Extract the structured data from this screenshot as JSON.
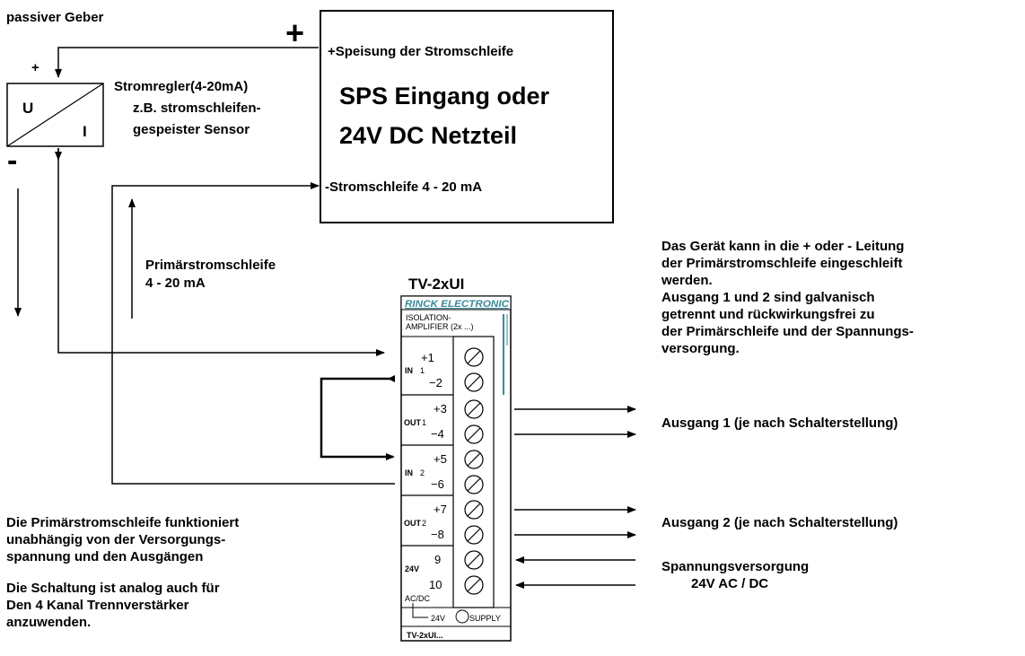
{
  "header": {
    "passive_sensor": "passiver Geber"
  },
  "plc": {
    "plus_sign": "+",
    "supply_label": "+Speisung der Stromschleife",
    "title_line1": "SPS Eingang oder",
    "title_line2": "24V DC Netzteil",
    "loop_label": "-Stromschleife  4 - 20 mA"
  },
  "sensor": {
    "plus": "+",
    "minus": "-",
    "u_label": "U",
    "i_label": "I",
    "desc_line1": "Stromregler(4-20mA)",
    "desc_line2": "z.B. stromschleifen-",
    "desc_line3": "gespeister Sensor"
  },
  "primary_loop": {
    "line1": "Primärstromschleife",
    "line2": "4 - 20 mA"
  },
  "device": {
    "name": "TV-2xUI",
    "brand": "RINCK ELECTRONIC",
    "type_line1": "ISOLATION-",
    "type_line2": "AMPLIFIER (2x ...)",
    "groups": [
      {
        "label": "IN",
        "sub": "1",
        "plus": "+1",
        "minus": "−2"
      },
      {
        "label": "OUT",
        "sub": "1",
        "plus": "+3",
        "minus": "−4"
      },
      {
        "label": "IN",
        "sub": "2",
        "plus": "+5",
        "minus": "−6"
      },
      {
        "label": "OUT",
        "sub": "2",
        "plus": "+7",
        "minus": "−8"
      }
    ],
    "supply_group": {
      "label": "24V",
      "t9": "9",
      "t10": "10"
    },
    "acdc": "AC/DC",
    "led_24v": "24V",
    "led_supply": "SUPPLY",
    "footer": "TV-2xUI..."
  },
  "note_right": {
    "lines": [
      "Das Gerät kann in die + oder - Leitung",
      "der Primärstromschleife eingeschleift",
      "werden.",
      "Ausgang 1 und 2 sind galvanisch",
      "getrennt und rückwirkungsfrei zu",
      "der Primärschleife und der Spannungs-",
      "versorgung."
    ]
  },
  "outputs": {
    "out1": "Ausgang 1 (je nach Schalterstellung)",
    "out2": "Ausgang 2  (je nach Schalterstellung)",
    "supply_line1": "Spannungsversorgung",
    "supply_line2": "24V AC / DC"
  },
  "note_left": {
    "lines": [
      "Die Primärstromschleife funktioniert",
      "unabhängig von der Versorgungs-",
      "spannung und den  Ausgängen",
      "",
      "Die Schaltung ist analog auch für",
      "Den 4 Kanal Trennverstärker",
      "anzuwenden."
    ]
  }
}
